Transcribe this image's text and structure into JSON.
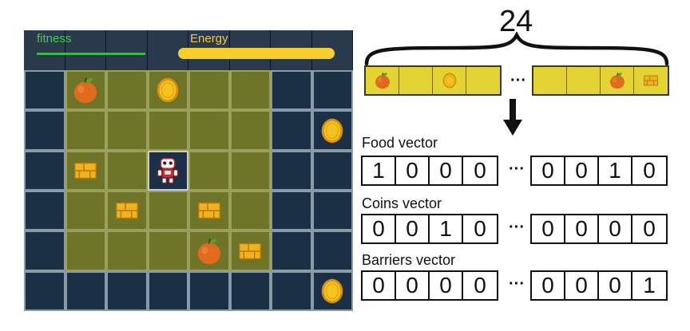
{
  "hud": {
    "fitness_label": "fitness",
    "energy_label": "Energy",
    "fitness_color": "#3cb84a",
    "energy_color": "#f7cf2c"
  },
  "grid": {
    "rows": 7,
    "cols": 8,
    "cell_types": [
      [
        "hud",
        "hud",
        "hud",
        "hud",
        "hud",
        "hud",
        "hud",
        "hud"
      ],
      [
        "dark",
        "olive",
        "olive",
        "olive",
        "olive",
        "olive",
        "dark",
        "dark"
      ],
      [
        "dark",
        "olive",
        "olive",
        "olive",
        "olive",
        "olive",
        "dark",
        "dark"
      ],
      [
        "dark",
        "olive",
        "olive",
        "robot",
        "olive",
        "olive",
        "dark",
        "dark"
      ],
      [
        "dark",
        "olive",
        "olive",
        "olive",
        "olive",
        "olive",
        "dark",
        "dark"
      ],
      [
        "dark",
        "olive",
        "olive",
        "olive",
        "olive",
        "olive",
        "dark",
        "dark"
      ],
      [
        "dark",
        "dark",
        "dark",
        "dark",
        "dark",
        "dark",
        "dark",
        "dark"
      ]
    ],
    "objects": [
      {
        "type": "apple-icon",
        "row": 1,
        "col": 1
      },
      {
        "type": "coin-icon",
        "row": 1,
        "col": 3
      },
      {
        "type": "coin-icon",
        "row": 2,
        "col": 7
      },
      {
        "type": "barrier-icon",
        "row": 3,
        "col": 1
      },
      {
        "type": "robot-icon",
        "row": 3,
        "col": 3
      },
      {
        "type": "barrier-icon",
        "row": 4,
        "col": 2
      },
      {
        "type": "barrier-icon",
        "row": 4,
        "col": 4
      },
      {
        "type": "apple-icon",
        "row": 5,
        "col": 4
      },
      {
        "type": "barrier-icon",
        "row": 5,
        "col": 5
      },
      {
        "type": "coin-icon",
        "row": 6,
        "col": 7
      }
    ]
  },
  "strip": {
    "count_label": "24",
    "dots": "···",
    "left_cells": [
      "apple-icon",
      "",
      "coin-icon",
      ""
    ],
    "right_cells": [
      "",
      "",
      "apple-icon",
      "barrier-icon"
    ],
    "arrow_icon": "down-arrow-icon"
  },
  "vectors": [
    {
      "title": "Food vector",
      "left": [
        "1",
        "0",
        "0",
        "0"
      ],
      "right": [
        "0",
        "0",
        "1",
        "0"
      ],
      "dots": "···"
    },
    {
      "title": "Coins vector",
      "left": [
        "0",
        "0",
        "1",
        "0"
      ],
      "right": [
        "0",
        "0",
        "0",
        "0"
      ],
      "dots": "···"
    },
    {
      "title": "Barriers vector",
      "left": [
        "0",
        "0",
        "0",
        "0"
      ],
      "right": [
        "0",
        "0",
        "0",
        "1"
      ],
      "dots": "···"
    }
  ]
}
